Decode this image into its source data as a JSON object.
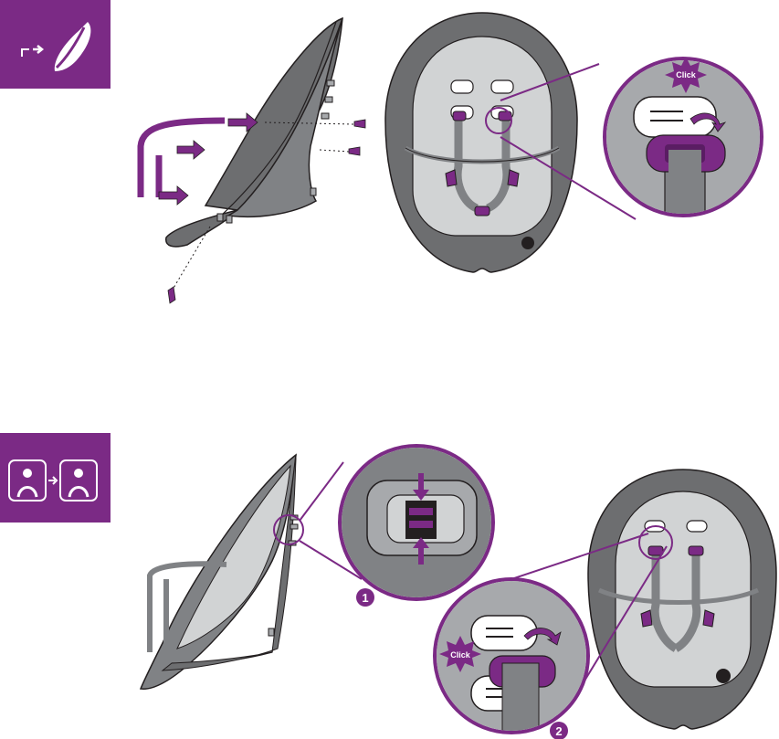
{
  "colors": {
    "purple": "#7b2a85",
    "dark_gray": "#6d6e70",
    "mid_gray": "#a7a9ac",
    "light_gray": "#d1d3d4",
    "outline": "#231f20",
    "white": "#ffffff"
  },
  "step1": {
    "icon": "reclined-seat-icon",
    "click_label": "Click"
  },
  "step2": {
    "icon": "infant-harness-switch-icon",
    "click_label": "Click",
    "callout_1": "1",
    "callout_2": "2"
  }
}
